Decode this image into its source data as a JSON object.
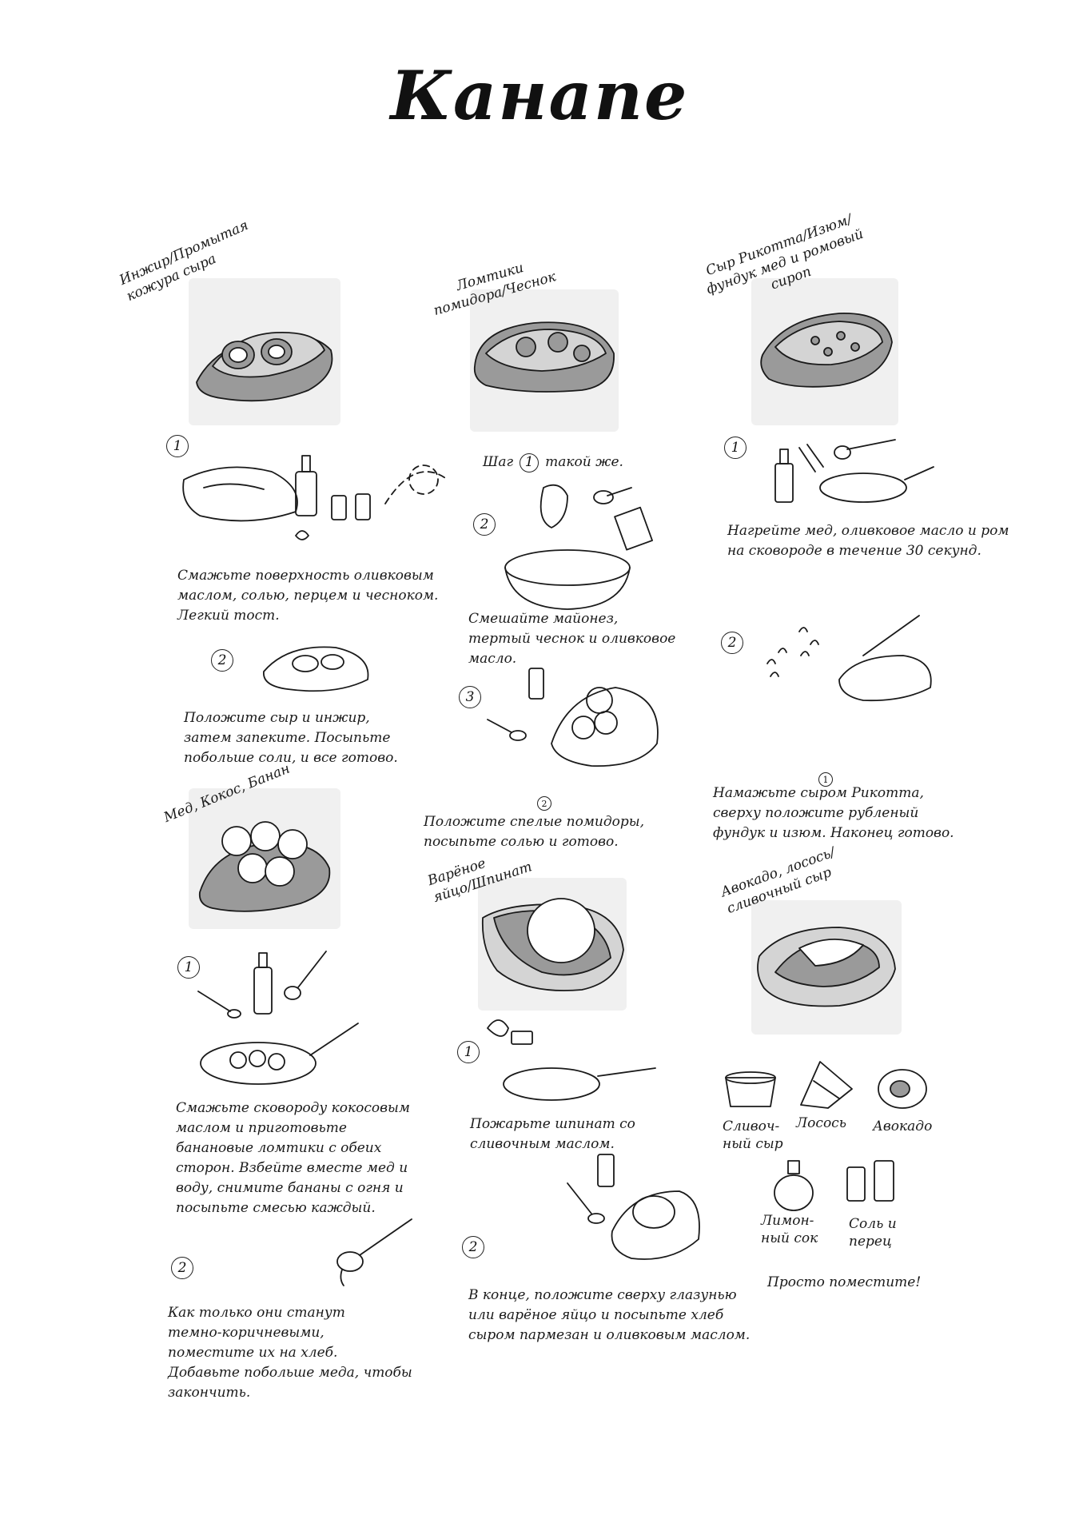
{
  "title": "Канапе",
  "col1": {
    "top_label": "Инжир/Промытая\nкожура сыра",
    "step1_num": "1",
    "step1_text": "Смажьте поверхность оливковым\nмаслом, солью, перцем и чесноком.\nЛегкий тост.",
    "step2_num": "2",
    "step2_text": "Положите сыр и инжир,\nзатем запеките. Посыпьте\nпобольше соли, и все готово.",
    "bottom_label": "Мед, Кокос, Банан",
    "b_step1_num": "1",
    "b_step1_text": "Смажьте сковороду кокосовым\nмаслом и приготовьте\nбанановые ломтики с обеих\nсторон. Взбейте вместе мед и\nводу, снимите бананы с огня и\nпосыпьте смесью каждый.",
    "b_step2_num": "2",
    "b_step2_text": "Как только они станут\nтемно-коричневыми,\nпоместите их на хлеб.\nДобавьте побольше меда, чтобы\nзакончить."
  },
  "col2": {
    "top_label": "Ломтики\nпомидора/Чеснок",
    "step1_prefix": "Шаг",
    "step1_num": "1",
    "step1_suffix": "такой же.",
    "step2_num": "2",
    "step2_text": "Смешайте майонез,\nтертый чеснок и оливковое\nмасло.",
    "step3_num": "3",
    "ref_num": "2",
    "step3_text": "Положите спелые помидоры,\nпосыпьте солью и готово.",
    "bottom_label": "Варёное\nяйцо/Шпинат",
    "b_step1_num": "1",
    "b_step1_text": "Пожарьте шпинат со\nсливочным маслом.",
    "b_step2_num": "2",
    "b_step2_text": "В конце, положите сверху глазунью\nили варёное яйцо и посыпьте хлеб\nсыром пармезан и оливковым маслом."
  },
  "col3": {
    "top_label": "Сыр Рикотта/Изюм/\nфундук мед и ромовый\nсироп",
    "step1_num": "1",
    "step1_text": "Нагрейте мед, оливковое масло и ром\nна сковороде в течение 30 секунд.",
    "step2_num": "2",
    "ref_num": "1",
    "step2_text": "Намажьте сыром Рикотта,\nсверху положите рубленый\nфундук и изюм. Наконец готово.",
    "bottom_label": "Авокадо, лосось/\nсливочный сыр",
    "ing_cream": "Сливоч-\nный сыр",
    "ing_salmon": "Лосось",
    "ing_avocado": "Авокадо",
    "ing_lemon": "Лимон-\nный сок",
    "ing_salt": "Соль и\nперец",
    "final": "Просто поместите!"
  }
}
